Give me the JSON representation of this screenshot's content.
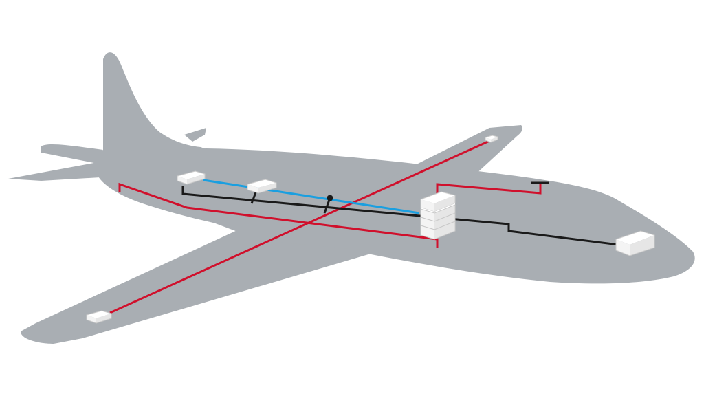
{
  "colors": {
    "background": "#ffffff",
    "airframe": "#a9aeb3",
    "power_line": "#d0102c",
    "data_bus": "#1a1a1a",
    "signal_line": "#1a9fe0",
    "unit_box": "#ffffff"
  },
  "diagram": {
    "subject": "aircraft",
    "components": [
      {
        "id": "airframe",
        "kind": "aircraft-silhouette"
      },
      {
        "id": "central-rack",
        "kind": "stacked-units",
        "units": 4
      },
      {
        "id": "nose-unit",
        "kind": "unit-box"
      },
      {
        "id": "cabin-unit-aft",
        "kind": "unit-box"
      },
      {
        "id": "cabin-unit-mid",
        "kind": "unit-box"
      },
      {
        "id": "left-wingtip-unit",
        "kind": "unit-box"
      },
      {
        "id": "right-wingtip-unit",
        "kind": "unit-box"
      }
    ],
    "connections": [
      {
        "kind": "power",
        "color": "power_line",
        "between": [
          "left-wingtip-unit",
          "right-wingtip-unit"
        ]
      },
      {
        "kind": "power",
        "color": "power_line",
        "between": [
          "tail-section",
          "central-rack"
        ]
      },
      {
        "kind": "power",
        "color": "power_line",
        "between": [
          "central-rack",
          "forward-fuselage"
        ]
      },
      {
        "kind": "signal",
        "color": "signal_line",
        "between": [
          "cabin-unit-aft",
          "central-rack"
        ]
      },
      {
        "kind": "data",
        "color": "data_bus",
        "between": [
          "cabin-unit-aft",
          "nose-unit"
        ]
      },
      {
        "kind": "data",
        "color": "data_bus",
        "between": [
          "cabin-unit-mid",
          "data-bus"
        ]
      },
      {
        "kind": "data",
        "color": "data_bus",
        "between": [
          "junction-node",
          "data-bus"
        ]
      },
      {
        "kind": "data",
        "color": "data_bus",
        "between": [
          "forward-fuselage",
          "stub"
        ]
      }
    ]
  }
}
